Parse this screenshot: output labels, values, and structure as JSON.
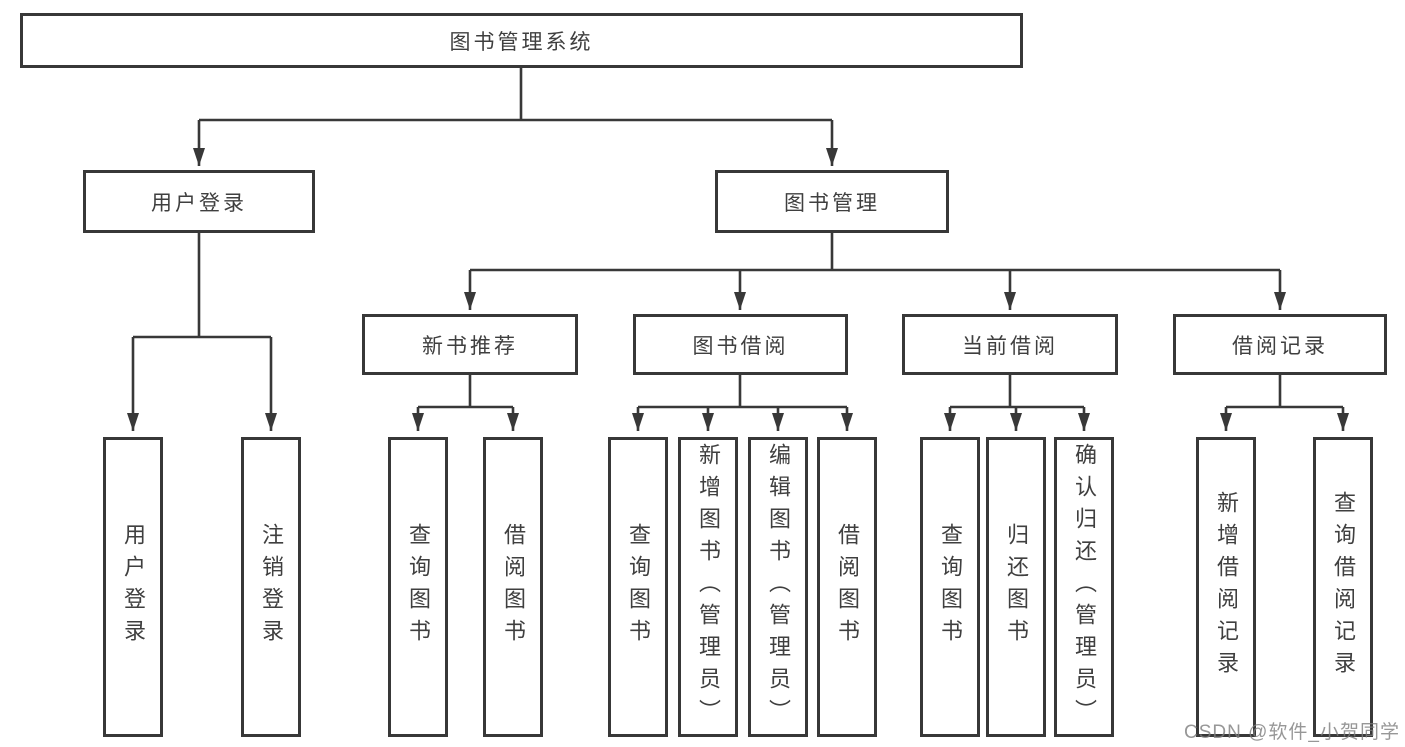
{
  "diagram": {
    "root": "图书管理系统",
    "user_branch": {
      "label": "用户登录",
      "leaves": [
        "用户登录",
        "注销登录"
      ]
    },
    "book_branch": {
      "label": "图书管理",
      "groups": [
        {
          "label": "新书推荐",
          "leaves": [
            "查询图书",
            "借阅图书"
          ]
        },
        {
          "label": "图书借阅",
          "leaves": [
            "查询图书",
            "新增图书（管理员）",
            "编辑图书（管理员）",
            "借阅图书"
          ]
        },
        {
          "label": "当前借阅",
          "leaves": [
            "查询图书",
            "归还图书",
            "确认归还（管理员）"
          ]
        },
        {
          "label": "借阅记录",
          "leaves": [
            "新增借阅记录",
            "查询借阅记录"
          ]
        }
      ]
    }
  },
  "watermark": {
    "text": "CSDN @软件_小贺同学"
  },
  "colors": {
    "line": "#383838",
    "box_border": "#383838",
    "box_fill": "#ffffff",
    "text": "#3f3f3f",
    "watermark": "#7d7d7d",
    "background": "#ffffff"
  }
}
